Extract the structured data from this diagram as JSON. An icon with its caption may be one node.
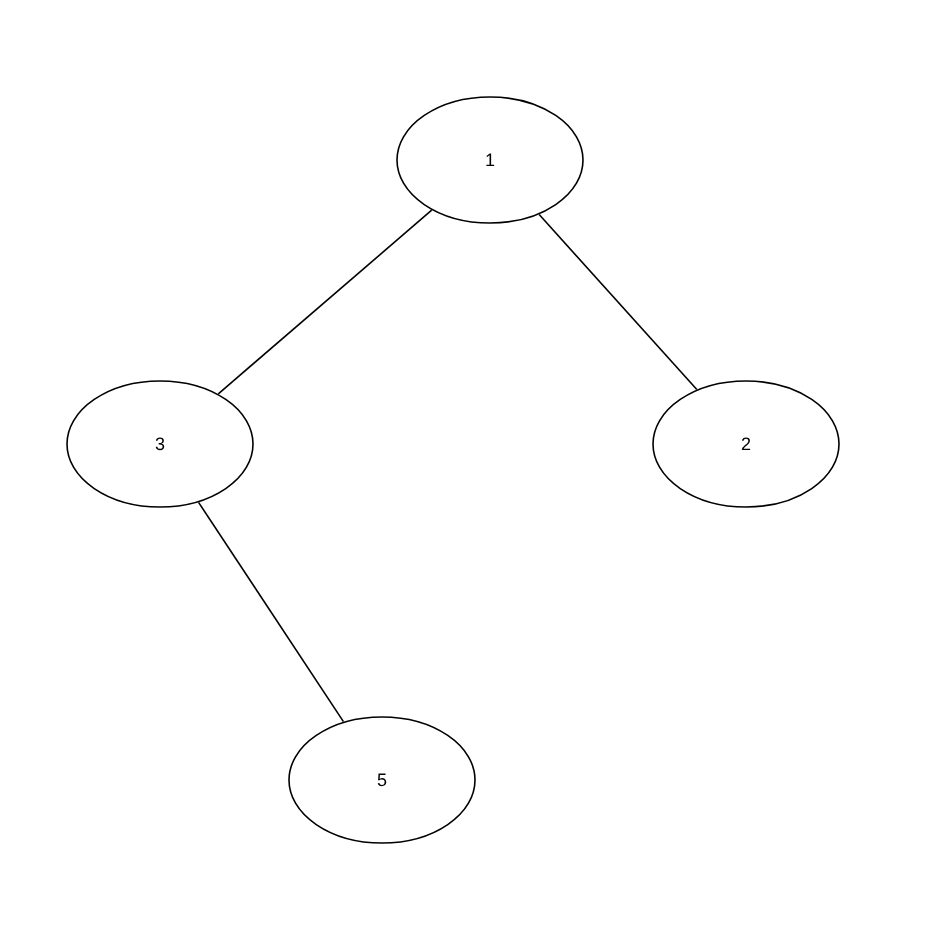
{
  "diagram": {
    "nodes": [
      {
        "text": [
          "1"
        ]
      },
      {
        "text": [
          "3"
        ]
      },
      {
        "text": [
          "2"
        ]
      },
      {
        "text": [
          "5"
        ]
      }
    ],
    "edges": [
      {
        "from": 0,
        "to": 1,
        "arrow": "none"
      },
      {
        "from": 0,
        "to": 2,
        "arrow": "none"
      },
      {
        "from": 1,
        "to": 3,
        "arrow": "none"
      }
    ]
  }
}
